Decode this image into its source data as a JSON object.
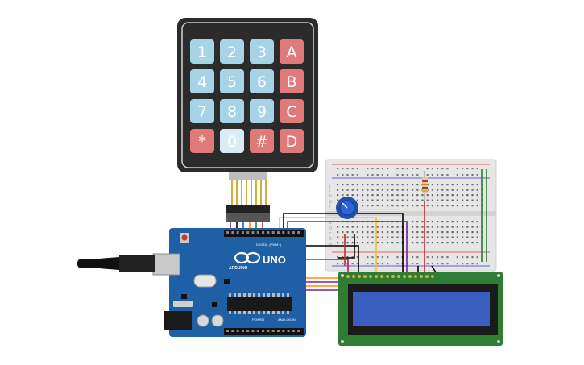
{
  "keypad": {
    "keys": [
      {
        "label": "1",
        "kind": "num"
      },
      {
        "label": "2",
        "kind": "num"
      },
      {
        "label": "3",
        "kind": "num"
      },
      {
        "label": "A",
        "kind": "letter"
      },
      {
        "label": "4",
        "kind": "num"
      },
      {
        "label": "5",
        "kind": "num"
      },
      {
        "label": "6",
        "kind": "num"
      },
      {
        "label": "B",
        "kind": "letter"
      },
      {
        "label": "7",
        "kind": "num"
      },
      {
        "label": "8",
        "kind": "num"
      },
      {
        "label": "9",
        "kind": "num"
      },
      {
        "label": "C",
        "kind": "letter"
      },
      {
        "label": "*",
        "kind": "letter"
      },
      {
        "label": "0",
        "kind": "pressed"
      },
      {
        "label": "#",
        "kind": "letter"
      },
      {
        "label": "D",
        "kind": "letter"
      }
    ]
  },
  "arduino": {
    "model": "UNO",
    "brand": "ARDUINO",
    "digital_label": "DIGITAL (PWM~)",
    "power_label": "POWER",
    "analog_label": "ANALOG IN"
  },
  "breadboard": {
    "row_letters_top": [
      "j",
      "i",
      "h",
      "g",
      "f"
    ],
    "row_letters_bottom": [
      "e",
      "d",
      "c",
      "b",
      "a"
    ]
  },
  "colors": {
    "keypad_body": "#2b2b2b",
    "key_num": "#a7d3e6",
    "key_letter": "#e07a7a",
    "key_pressed": "#d8ecf4",
    "arduino": "#1f5fa5",
    "breadboard": "#e8e8e8",
    "lcd_board": "#2e7d32",
    "lcd_screen": "#3a5fc0",
    "potentiometer": "#1f4fb0"
  },
  "icons": {
    "usb": "usb-cable-icon",
    "reset": "reset-button-icon",
    "logo": "infinity-logo-icon"
  }
}
